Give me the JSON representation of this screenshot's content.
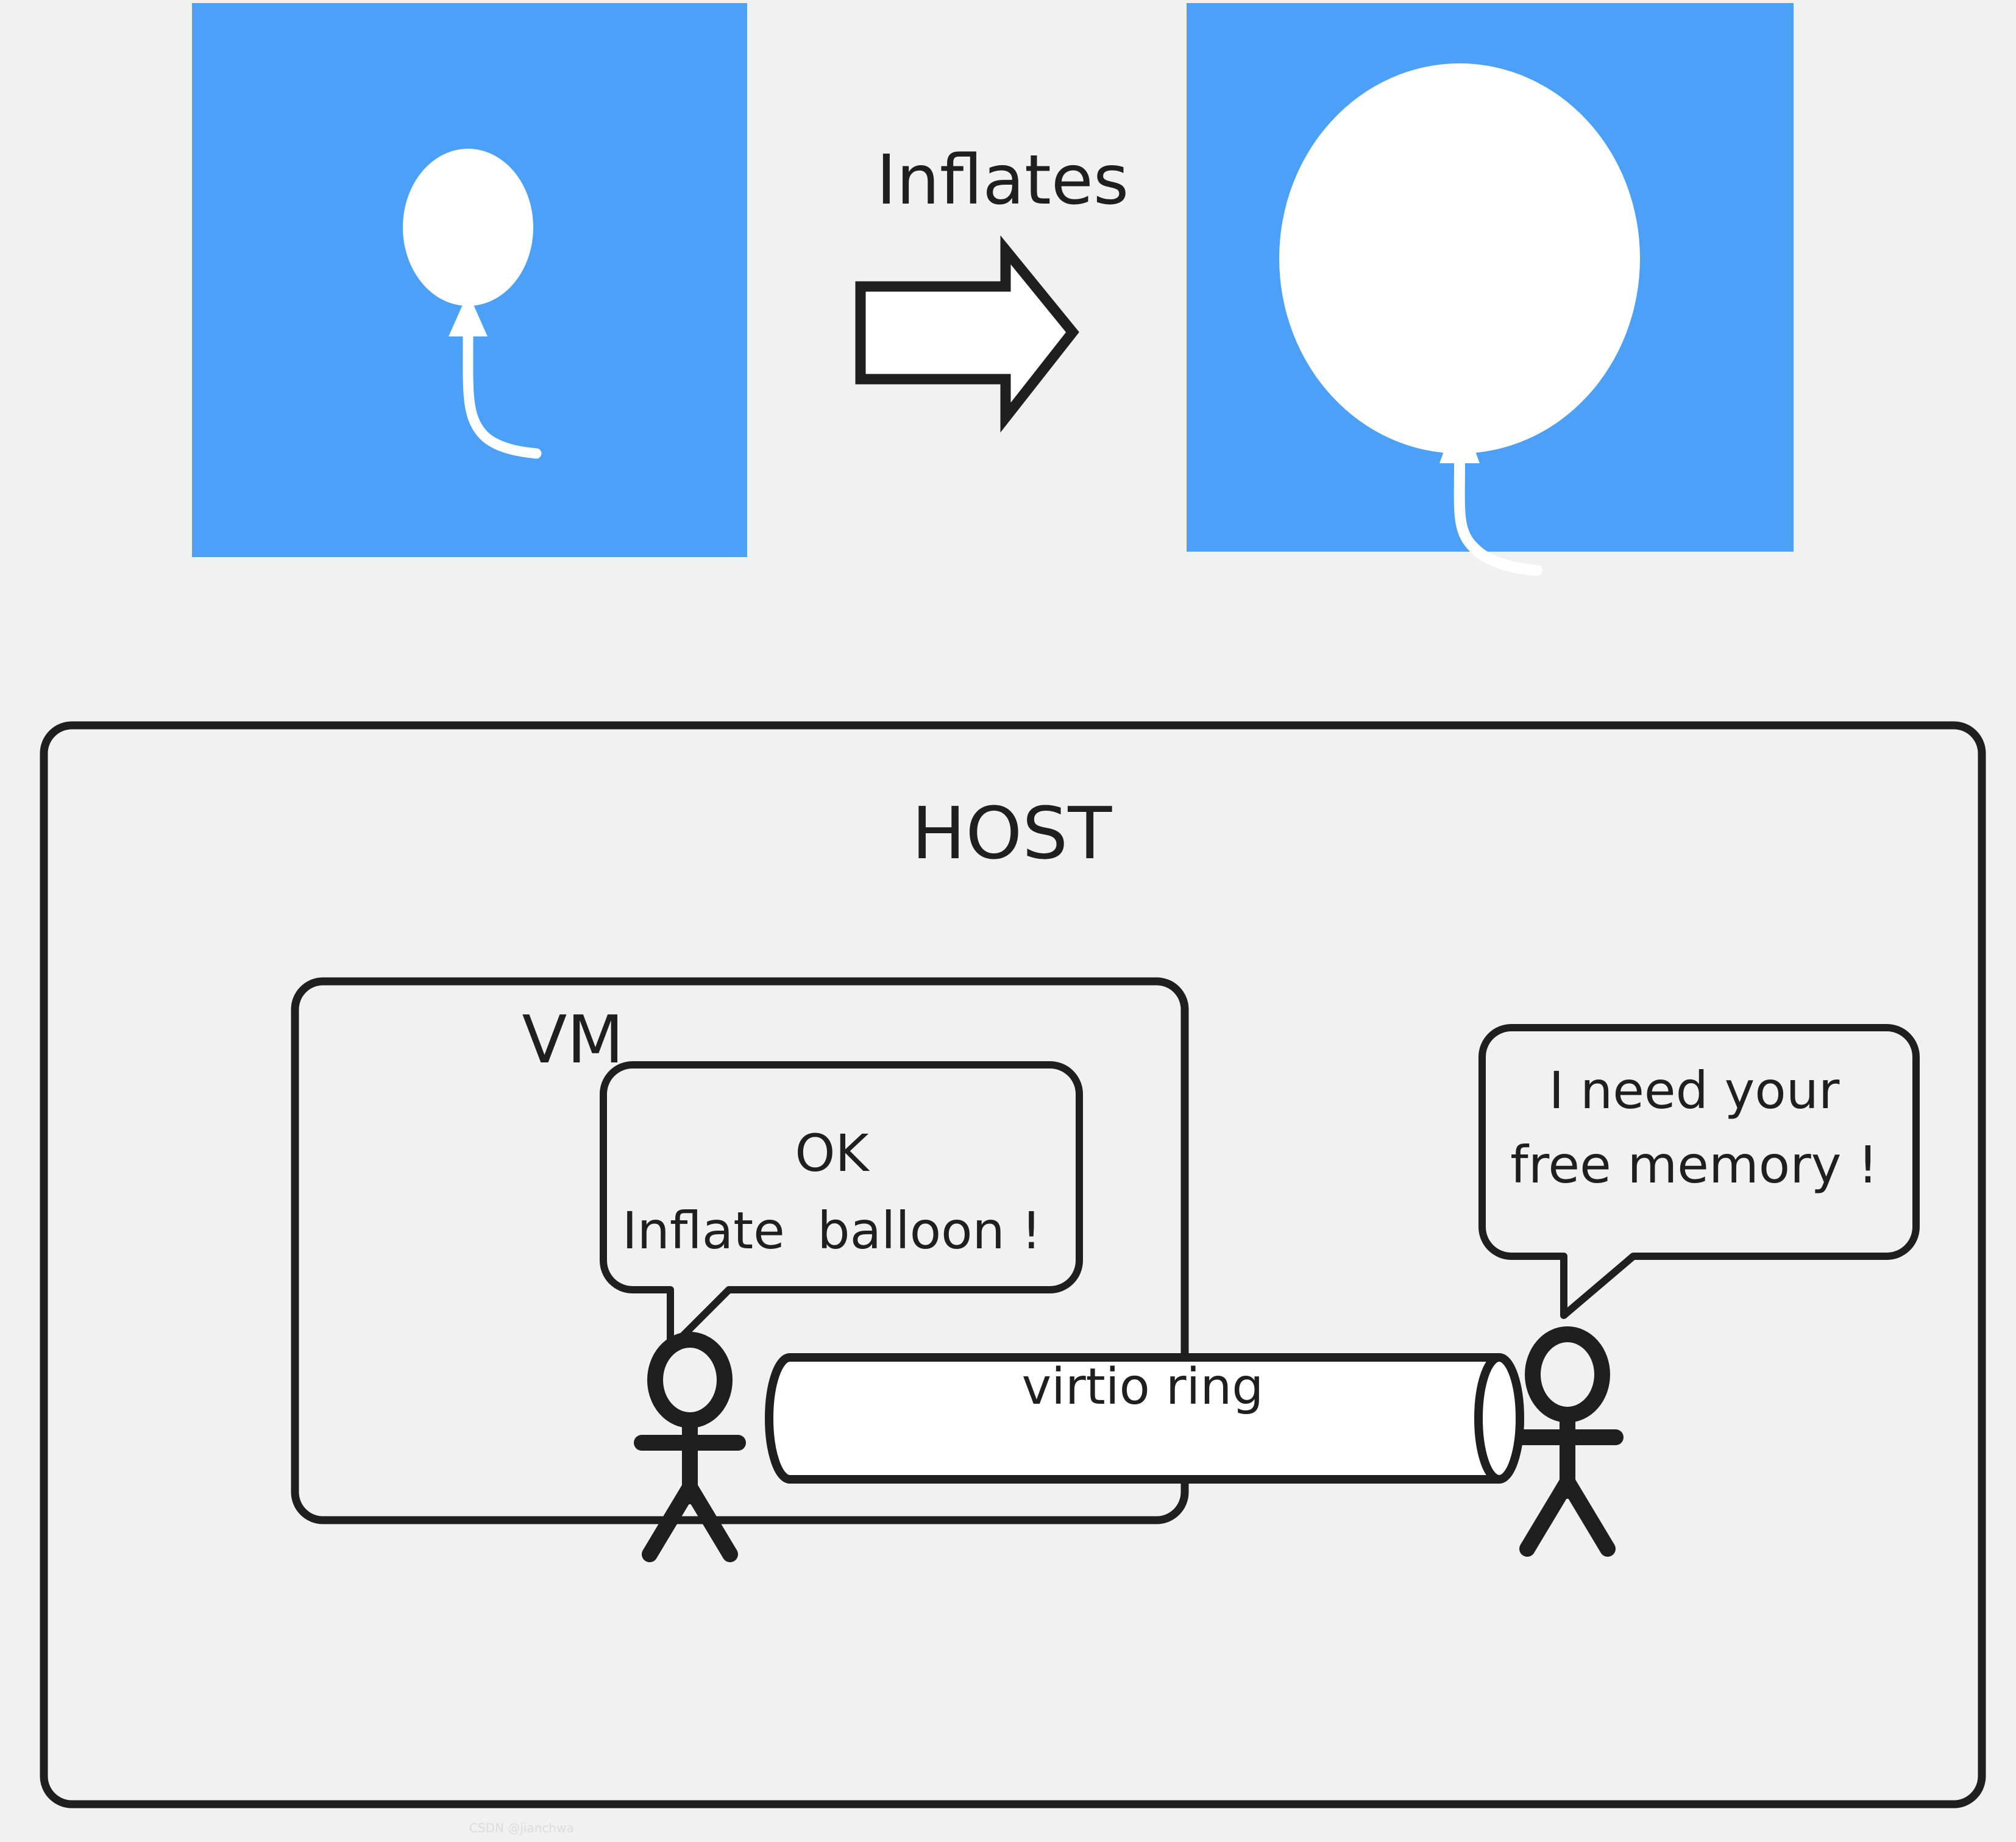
{
  "figure": {
    "title_text": "Inflates",
    "background_color": "#f1f1f1",
    "panel_color": "#4ba0f8",
    "stroke_color": "#1f1f1f",
    "balloon_color": "#ffffff"
  },
  "top_row": {
    "left_panel": {
      "name": "deflated-balloon-panel",
      "balloon_state": "small"
    },
    "arrow": {
      "name": "inflates-arrow",
      "direction": "right",
      "label": "Inflates"
    },
    "right_panel": {
      "name": "inflated-balloon-panel",
      "balloon_state": "large"
    }
  },
  "host": {
    "title": "HOST",
    "vm": {
      "title": "VM",
      "actor_label": "vm-stick-figure",
      "speech": {
        "line1": "OK",
        "line2": "Inflate  balloon !"
      }
    },
    "host_actor": {
      "actor_label": "host-stick-figure",
      "speech": {
        "line1": "I need your",
        "line2": "free memory !"
      }
    },
    "channel": {
      "label": "virtio ring",
      "shape": "cylinder"
    }
  },
  "watermark": "CSDN @jianchwa"
}
